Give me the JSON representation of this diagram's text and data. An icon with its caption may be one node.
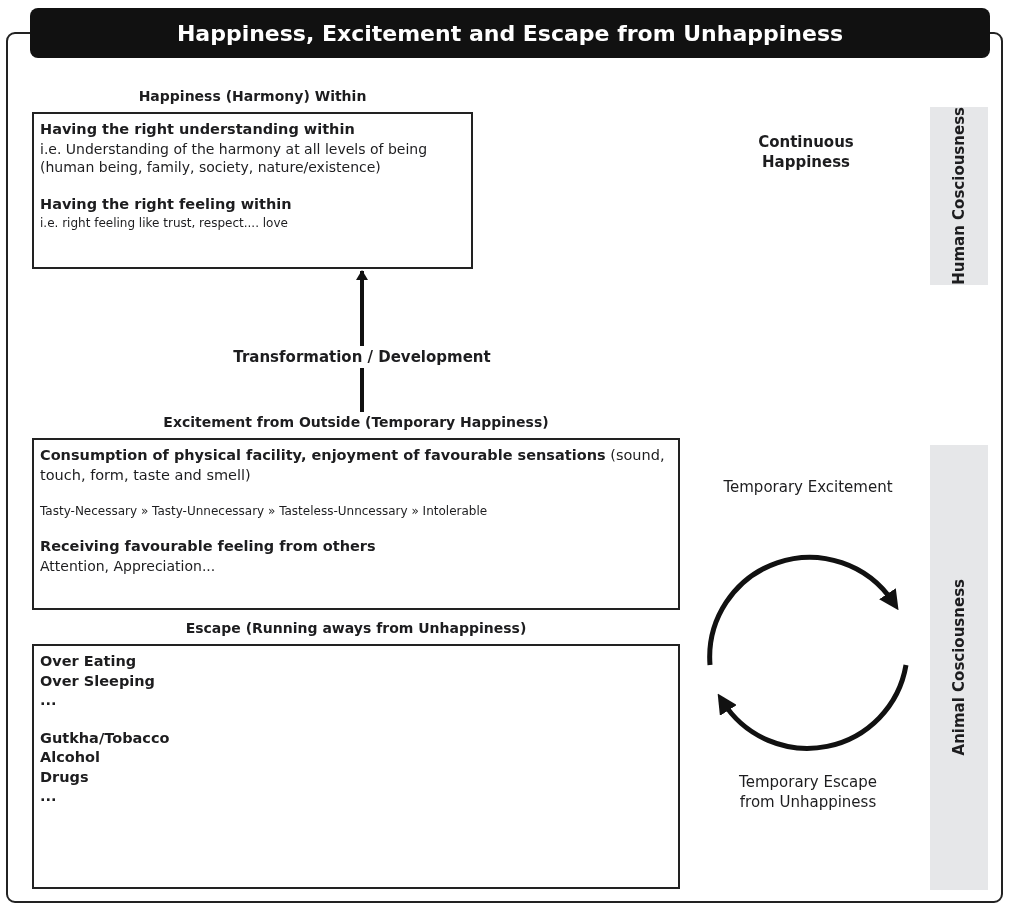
{
  "diagram": {
    "title": "Happiness, Excitement and Escape from Unhappiness",
    "nodes": [
      {
        "text": [
          "Happiness (Harmony) Within",
          "Having the right understanding within",
          "i.e. Understanding of the harmony at all levels of being (human being, family, society, nature/existence)",
          "Having the right feeling within",
          "i.e. right feeling like trust, respect.... love"
        ]
      },
      {
        "text": [
          "Excitement from Outside (Temporary Happiness)",
          "**Consumption of physical facility, enjoyment of favourable sensations** (sound, touch, form, taste and smell)",
          "Tasty-Necessary » Tasty-Unnecessary » Tasteless-Unncessary » Intolerable",
          "Receiving favourable feeling from others",
          "Attention, Appreciation..."
        ]
      },
      {
        "text": [
          "Escape (Running aways from Unhappiness)",
          "Over Eating",
          "Over Sleeping",
          "...",
          "Gutkha/Tobacco",
          "Alcohol",
          "Drugs",
          "..."
        ]
      },
      {
        "text": [
          "Human Cosciousness"
        ]
      },
      {
        "text": [
          "Animal Cosciousness"
        ]
      }
    ],
    "edges": [
      {
        "from": 1,
        "to": 0,
        "arrow": "to",
        "label": "Transformation / Development"
      }
    ],
    "labels": [
      "Continuous Happiness",
      "Temporary Excitement",
      "Temporary Escape from Unhappiness"
    ]
  }
}
